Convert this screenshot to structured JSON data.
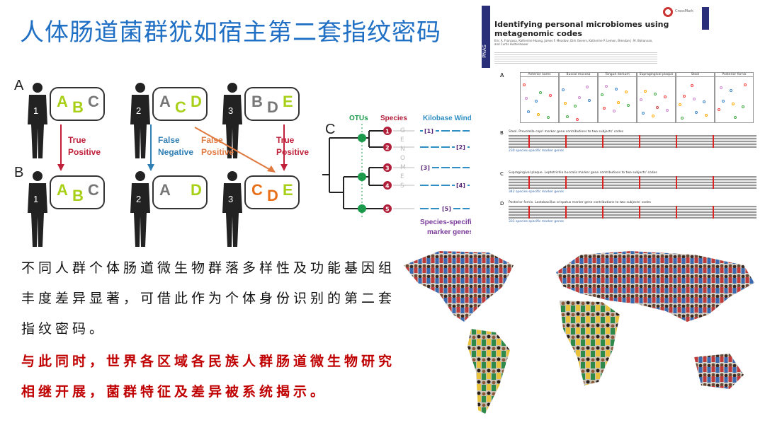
{
  "title": "人体肠道菌群犹如宿主第二套指纹密码",
  "figure": {
    "panel_a": "A",
    "panel_b": "B",
    "panel_c": "C",
    "persons": [
      "1",
      "2",
      "3"
    ],
    "row_a": [
      [
        "A",
        "B",
        "C"
      ],
      [
        "A",
        "C",
        "D"
      ],
      [
        "B",
        "D",
        "E"
      ]
    ],
    "row_b": [
      [
        "A",
        "B",
        "C"
      ],
      [
        "A",
        "",
        "D"
      ],
      [
        "C",
        "D",
        "E"
      ]
    ],
    "arrows": [
      {
        "label1": "True",
        "label2": "Positive",
        "color": "#c0203a"
      },
      {
        "label1": "False",
        "label2": "Negative",
        "color": "#2f7fb5"
      },
      {
        "label1": "False",
        "label2": "Positive",
        "color": "#e07a40"
      },
      {
        "label1": "True",
        "label2": "Positive",
        "color": "#c0203a"
      }
    ],
    "tree": {
      "otus": "OTUs",
      "species": "Species",
      "kilobase": "Kilobase Windows",
      "genomes": [
        "G",
        "E",
        "N",
        "O",
        "M",
        "E",
        "S"
      ],
      "species_ids": [
        "1",
        "2",
        "3",
        "4",
        "5"
      ],
      "windows": [
        "[1]",
        "[2]",
        "[3]",
        "[4]",
        "[5]"
      ],
      "marker1": "Species-specific",
      "marker2": "marker genes"
    }
  },
  "paper": {
    "journal": "PNAS",
    "title_line1": "Identifying personal microbiomes using",
    "title_line2": "metagenomic codes",
    "authors": "Eric A. Franzosa, Katherine Huang, James F. Meadow, Dirk Gevers, Katherine P. Lemon, Brendan J. M. Bohannan, and Curtis Huttenhower",
    "badge": "CrossMark",
    "panels": [
      "A",
      "B",
      "C",
      "D"
    ],
    "sites": [
      "Anterior nares",
      "Buccal mucosa",
      "Tongue dorsum",
      "Supragingival plaque",
      "Stool",
      "Posterior fornix"
    ],
    "b_title": "Stool. Prevotella copri marker gene contributions to two subjects' codes",
    "c_title": "Supragingival plaque. Leptotrichia buccalis marker gene contributions to two subjects' codes",
    "d_title": "Posterior fornix. Lactobacillus crispatus marker gene contributions to two subjects' codes",
    "b_count": "230 species-specific marker genes",
    "c_count": "342 species-specific marker genes",
    "d_count": "331 species-specific marker genes"
  },
  "text": {
    "para1": "不同人群个体肠道微生物群落多样性及功能基因组丰度差异显著，可借此作为个体身份识别的第二套指纹密码。",
    "para2": "与此同时，世界各区域各民族人群肠道微生物研究相继开展，菌群特征及差异被系统揭示。"
  },
  "colors": {
    "title": "#1f6fc4",
    "highlight": "#c00000",
    "green_letter": "#a8d018",
    "gray_letter": "#777777",
    "orange_letter": "#e8701a"
  }
}
